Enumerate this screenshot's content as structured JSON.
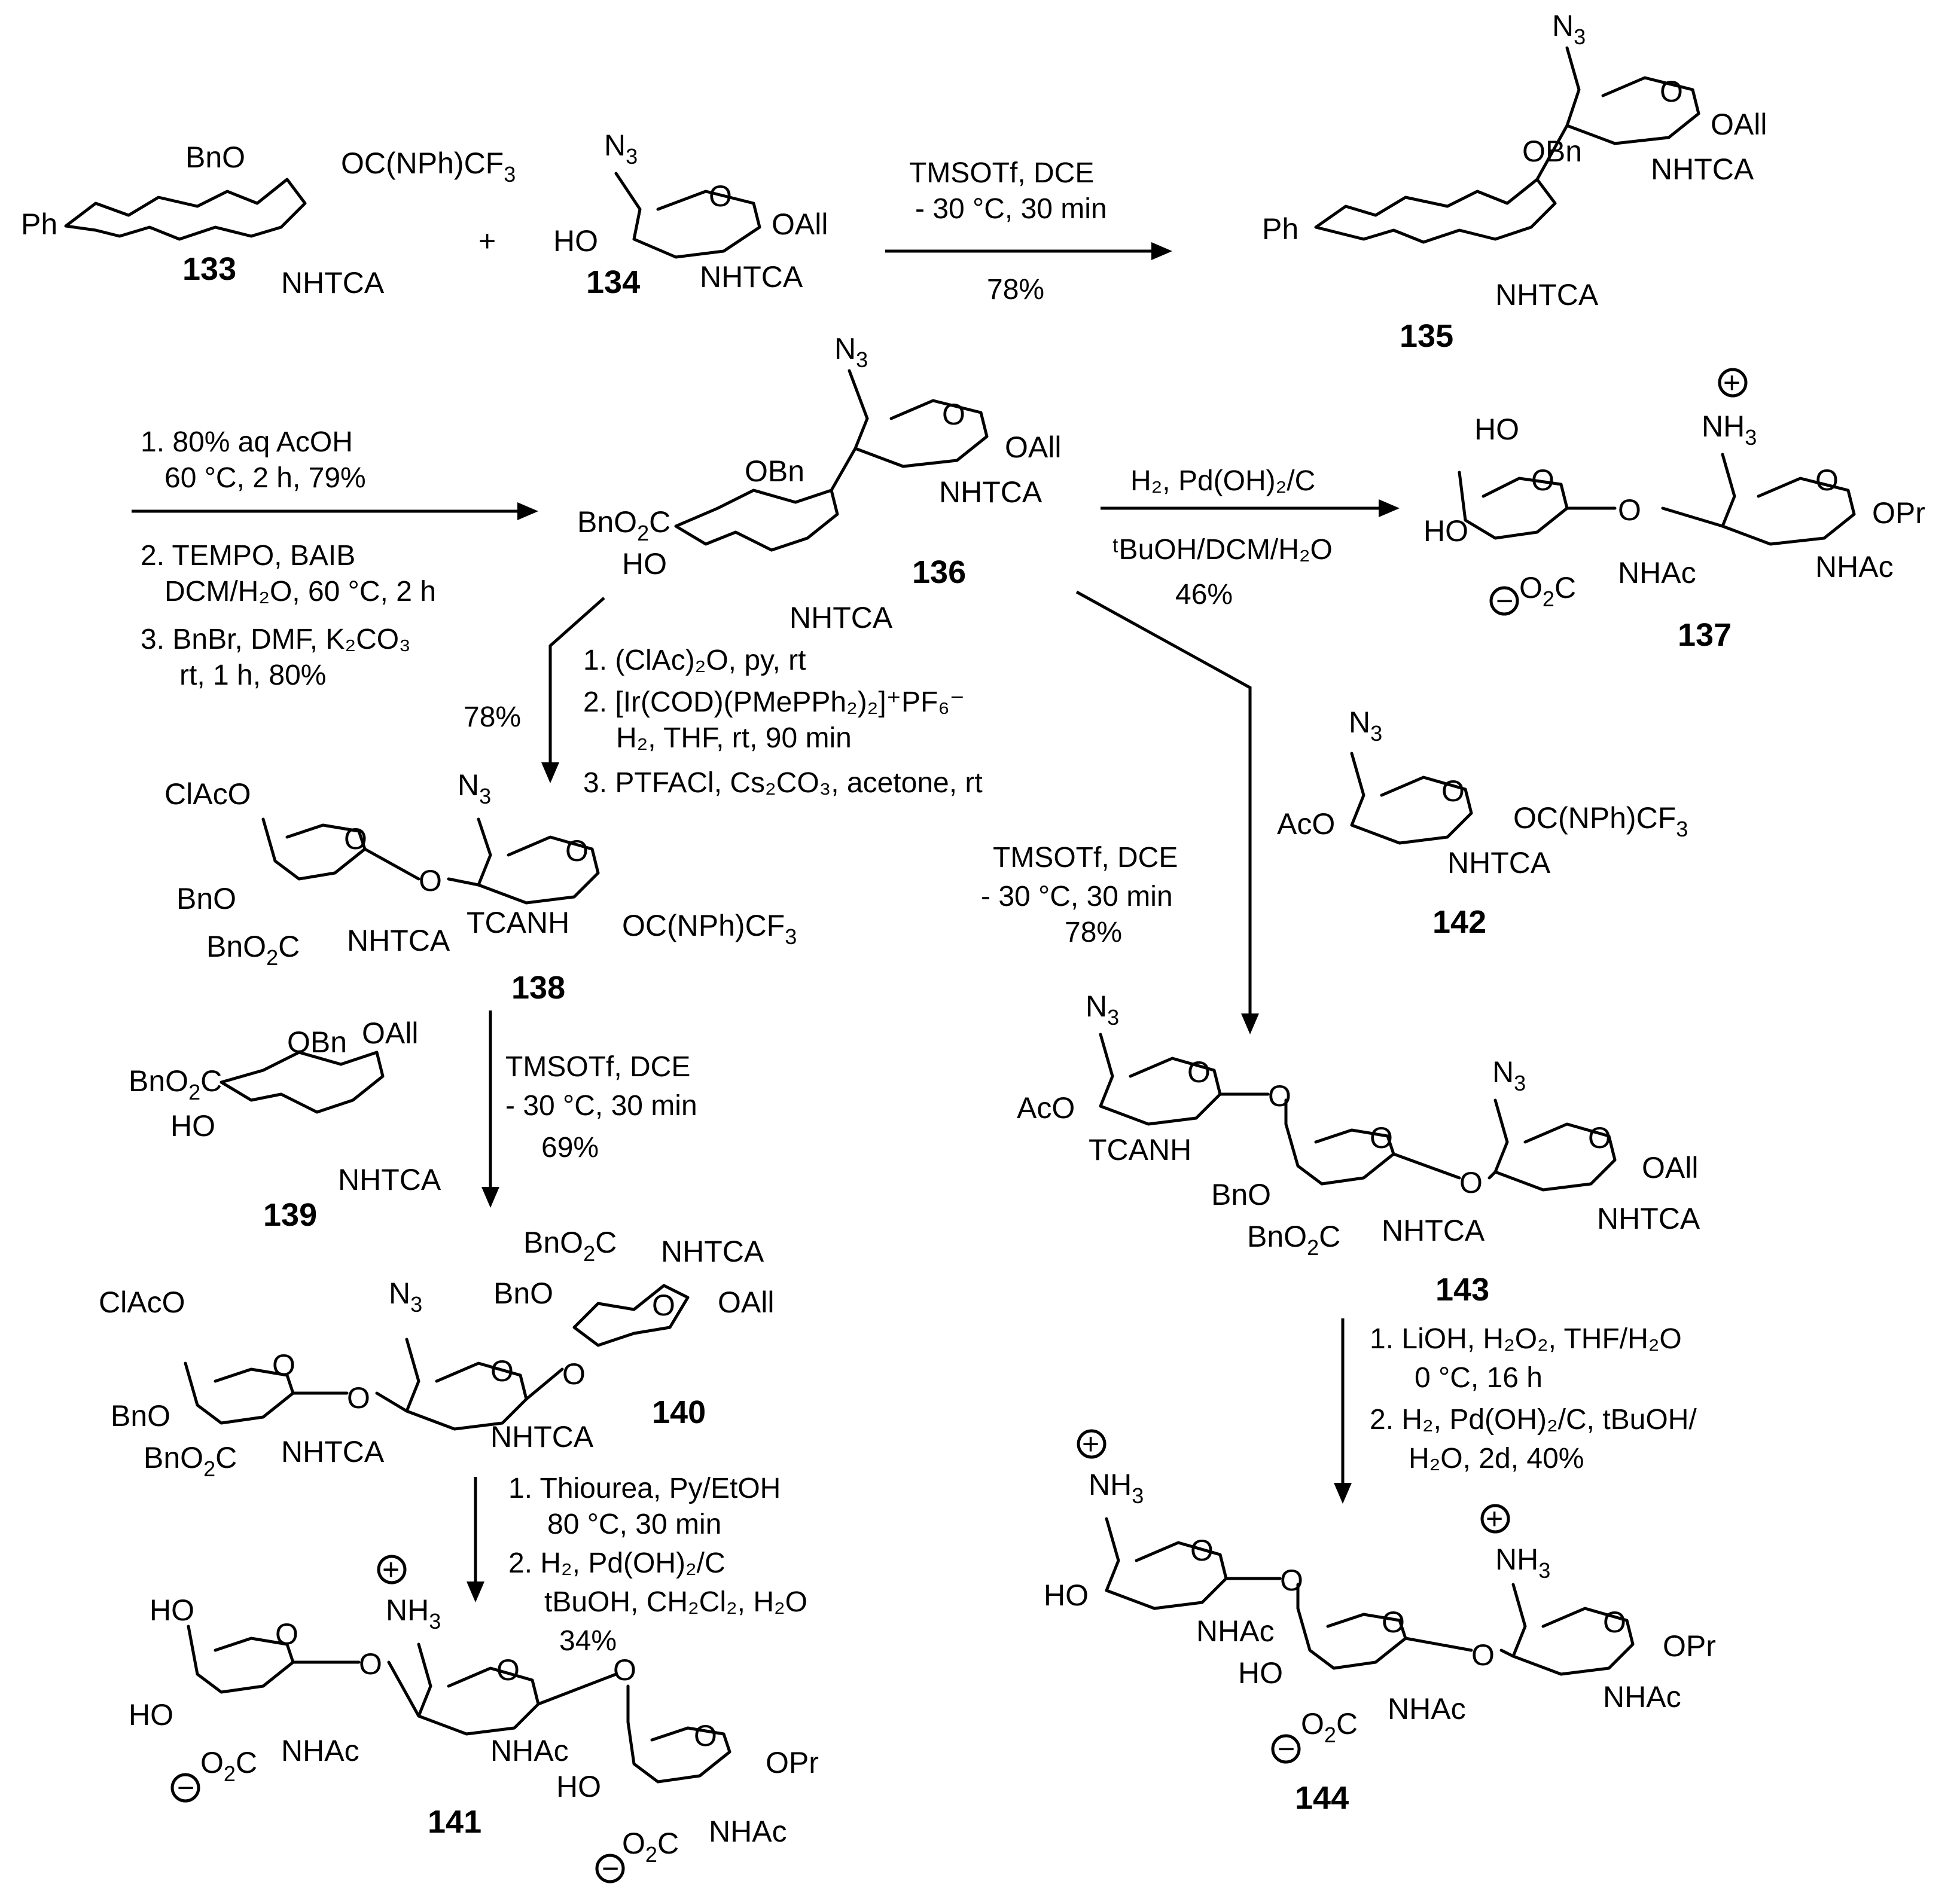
{
  "compounds": [
    {
      "id": "133",
      "labels": {
        "bno": "BnO",
        "ph": "Ph",
        "imidate": "OC(NPh)CF",
        "imidate_sub": "3",
        "nhtca": "NHTCA"
      }
    },
    {
      "id": "134",
      "labels": {
        "n": "N",
        "n_sub": "3",
        "ho": "HO",
        "oall": "OAll",
        "nhtca": "NHTCA"
      }
    },
    {
      "id": "135",
      "labels": {
        "n": "N",
        "n_sub": "3",
        "obn": "OBn",
        "oall": "OAll",
        "nhtca1": "NHTCA",
        "nhtca2": "NHTCA",
        "ph": "Ph"
      }
    },
    {
      "id": "136",
      "labels": {
        "n": "N",
        "n_sub": "3",
        "obn": "OBn",
        "oall": "OAll",
        "nhtca1": "NHTCA",
        "nhtca2": "NHTCA",
        "bno2c": "BnO",
        "bno2c_sub": "2",
        "bno2c_c": "C",
        "ho": "HO"
      }
    },
    {
      "id": "137",
      "labels": {
        "ho1": "HO",
        "ho2": "HO",
        "nh": "NH",
        "nh_sub": "3",
        "co2": "O",
        "co2_sub": "2",
        "co2_c": "C",
        "nhac1": "NHAc",
        "nhac2": "NHAc",
        "opr": "OPr"
      }
    },
    {
      "id": "138",
      "labels": {
        "clacO": "ClAcO",
        "bno": "BnO",
        "bno2c": "BnO",
        "bno2c_sub": "2",
        "bno2c_c": "C",
        "nhtca": "NHTCA",
        "tcanh": "TCANH",
        "n": "N",
        "n_sub": "3",
        "imidate": "OC(NPh)CF",
        "imidate_sub": "3"
      }
    },
    {
      "id": "139",
      "labels": {
        "obn": "OBn",
        "oall": "OAll",
        "bno2c": "BnO",
        "bno2c_sub": "2",
        "bno2c_c": "C",
        "ho": "HO",
        "nhtca": "NHTCA"
      }
    },
    {
      "id": "140",
      "labels": {
        "clacO": "ClAcO",
        "bno1": "BnO",
        "bno2c1": "BnO",
        "bno2c1_sub": "2",
        "bno2c1_c": "C",
        "nhtca1": "NHTCA",
        "n": "N",
        "n_sub": "3",
        "nhtca2": "NHTCA",
        "bno2c2": "BnO",
        "bno2c2_sub": "2",
        "bno2c2_c": "C",
        "nhtca3": "NHTCA",
        "bno2": "BnO",
        "oall": "OAll"
      }
    },
    {
      "id": "141",
      "labels": {
        "ho1": "HO",
        "ho2": "HO",
        "co2a": "O",
        "co2a_sub": "2",
        "co2a_c": "C",
        "nhac1": "NHAc",
        "nh": "NH",
        "nh_sub": "3",
        "nhac2": "NHAc",
        "ho3": "HO",
        "co2b": "O",
        "co2b_sub": "2",
        "co2b_c": "C",
        "nhac3": "NHAc",
        "opr": "OPr"
      }
    },
    {
      "id": "142",
      "labels": {
        "n": "N",
        "n_sub": "3",
        "aco": "AcO",
        "imidate": "OC(NPh)CF",
        "imidate_sub": "3",
        "nhtca": "NHTCA"
      }
    },
    {
      "id": "143",
      "labels": {
        "n1": "N",
        "n1_sub": "3",
        "aco": "AcO",
        "tcanh": "TCANH",
        "bno": "BnO",
        "bno2c": "BnO",
        "bno2c_sub": "2",
        "bno2c_c": "C",
        "nhtca1": "NHTCA",
        "n2": "N",
        "n2_sub": "3",
        "oall": "OAll",
        "nhtca2": "NHTCA"
      }
    },
    {
      "id": "144",
      "labels": {
        "nh1": "NH",
        "nh1_sub": "3",
        "ho1": "HO",
        "nhac1": "NHAc",
        "ho2": "HO",
        "co2": "O",
        "co2_sub": "2",
        "co2_c": "C",
        "nhac2": "NHAc",
        "nh2": "NH",
        "nh2_sub": "3",
        "opr": "OPr",
        "nhac3": "NHAc"
      }
    }
  ],
  "plus_sign": "+",
  "ring_o": "O",
  "charge_plus": "+",
  "charge_minus": "−",
  "conditions": {
    "c133_135": [
      "TMSOTf, DCE",
      "- 30 °C, 30 min",
      "78%"
    ],
    "c135_136": [
      "1. 80% aq AcOH",
      "60 °C, 2 h, 79%",
      "2. TEMPO, BAIB",
      "DCM/H₂O, 60 °C, 2 h",
      "3. BnBr, DMF, K₂CO₃",
      "rt, 1 h, 80%"
    ],
    "c136_137": [
      "H₂, Pd(OH)₂/C",
      "ᵗBuOH/DCM/H₂O",
      "46%"
    ],
    "c136_138": [
      "78%",
      "1. (ClAc)₂O, py, rt",
      "2. [Ir(COD)(PMePPh₂)₂]⁺PF₆⁻",
      "H₂, THF, rt, 90 min",
      "3. PTFACl, Cs₂CO₃, acetone, rt"
    ],
    "c136_143": [
      "TMSOTf, DCE",
      "- 30 °C, 30 min",
      "78%"
    ],
    "c138_140": [
      "TMSOTf, DCE",
      "- 30 °C, 30 min",
      "69%"
    ],
    "c140_141": [
      "1. Thiourea, Py/EtOH",
      "80 °C, 30 min",
      "2. H₂, Pd(OH)₂/C",
      "tBuOH, CH₂Cl₂, H₂O",
      "34%"
    ],
    "c143_144": [
      "1. LiOH, H₂O₂, THF/H₂O",
      "0 °C, 16 h",
      "2. H₂, Pd(OH)₂/C, tBuOH/",
      "H₂O, 2d, 40%"
    ]
  }
}
